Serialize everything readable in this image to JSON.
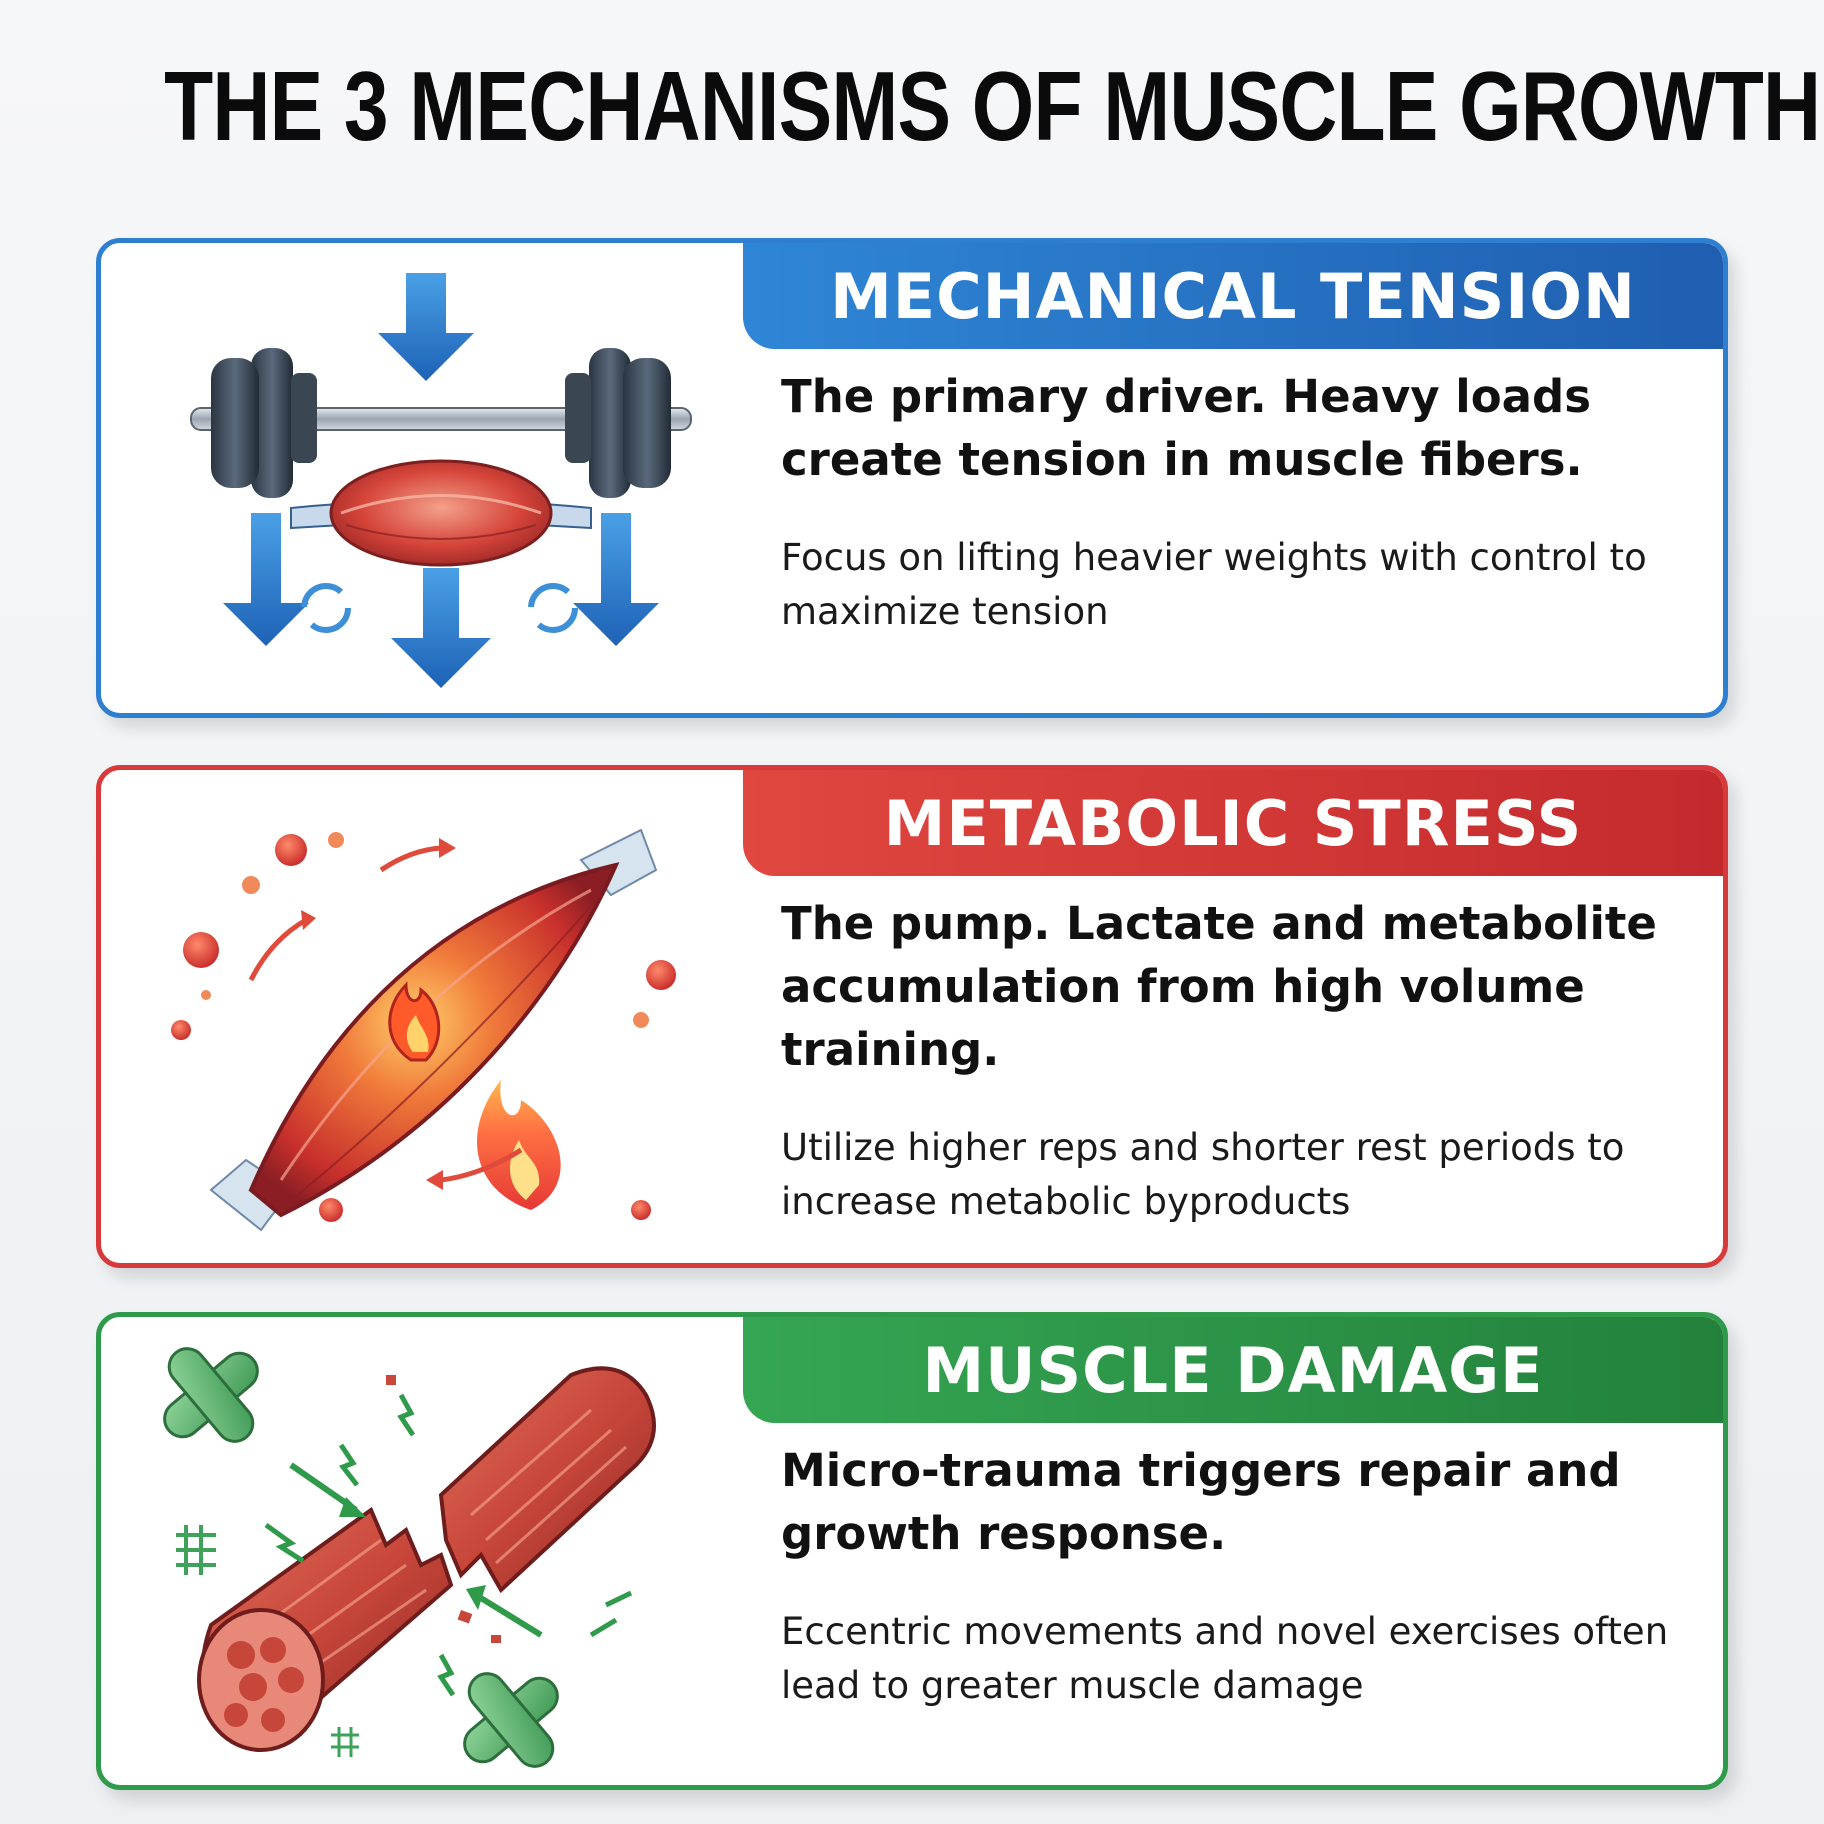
{
  "title": "THE 3 MECHANISMS OF MUSCLE GROWTH",
  "cards": [
    {
      "heading": "MECHANICAL TENSION",
      "main": "The primary driver. Heavy loads create tension in muscle fibers.",
      "sub": "Focus on lifting heavier weights with control to maximize tension",
      "color": "#2f7fd0",
      "icon": "barbell-muscle-icon"
    },
    {
      "heading": "METABOLIC STRESS",
      "main": "The pump. Lactate and metabolite accumulation from high volume training.",
      "sub": "Utilize higher reps and shorter rest periods to increase metabolic byproducts",
      "color": "#d8393a",
      "icon": "muscle-fire-icon"
    },
    {
      "heading": "MUSCLE DAMAGE",
      "main": "Micro-trauma triggers repair and growth response.",
      "sub": "Eccentric movements and novel exercises often lead to greater muscle damage",
      "color": "#2f9a4a",
      "icon": "torn-muscle-bandage-icon"
    }
  ]
}
